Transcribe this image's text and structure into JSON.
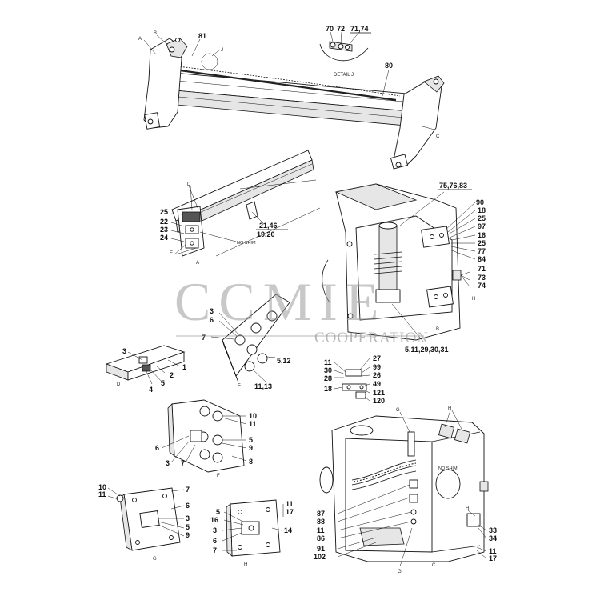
{
  "watermark": {
    "brand": "CCMIE",
    "subtitle": "COOPERATION"
  },
  "detail_j": {
    "title": "DETAIL J",
    "callouts": [
      "70",
      "72",
      "71,74"
    ]
  },
  "top_assembly": {
    "callouts": [
      "81",
      "80"
    ],
    "view_letters": [
      "A",
      "B",
      "J",
      "C"
    ]
  },
  "rail_section": {
    "callouts": [
      "25",
      "22",
      "23",
      "24",
      "21,46",
      "19,20"
    ],
    "note": "NO SHIM",
    "view_letters": [
      "D",
      "E",
      "A"
    ]
  },
  "pump_box": {
    "callouts": [
      "75,76,83",
      "90",
      "18",
      "25",
      "97",
      "16",
      "25",
      "77",
      "84",
      "71",
      "73",
      "74",
      "5,11,29,30,31"
    ],
    "view_letters": [
      "H",
      "B"
    ]
  },
  "view_d": {
    "letter": "D",
    "callouts": [
      "3",
      "2",
      "1",
      "4",
      "5"
    ]
  },
  "view_e": {
    "letter": "E",
    "callouts": [
      "3",
      "6",
      "7",
      "5,12",
      "11,13"
    ]
  },
  "small_bracket": {
    "callouts": [
      "11",
      "30",
      "28",
      "18",
      "27",
      "99",
      "26",
      "49",
      "121",
      "120"
    ]
  },
  "view_f": {
    "letter": "F",
    "callouts": [
      "10",
      "11",
      "5",
      "9",
      "6",
      "3",
      "7",
      "8"
    ]
  },
  "view_g": {
    "letter": "G",
    "callouts": [
      "10",
      "11",
      "7",
      "6",
      "3",
      "5",
      "9"
    ]
  },
  "view_h": {
    "letter": "H",
    "callouts": [
      "5",
      "16",
      "3",
      "6",
      "7",
      "11",
      "17",
      "14"
    ]
  },
  "frame_box": {
    "note": "NO SHIM",
    "view_letters": [
      "G",
      "H",
      "H",
      "G",
      "C"
    ],
    "callouts": [
      "87",
      "88",
      "11",
      "86",
      "91",
      "102",
      "33",
      "34",
      "11",
      "17"
    ]
  }
}
